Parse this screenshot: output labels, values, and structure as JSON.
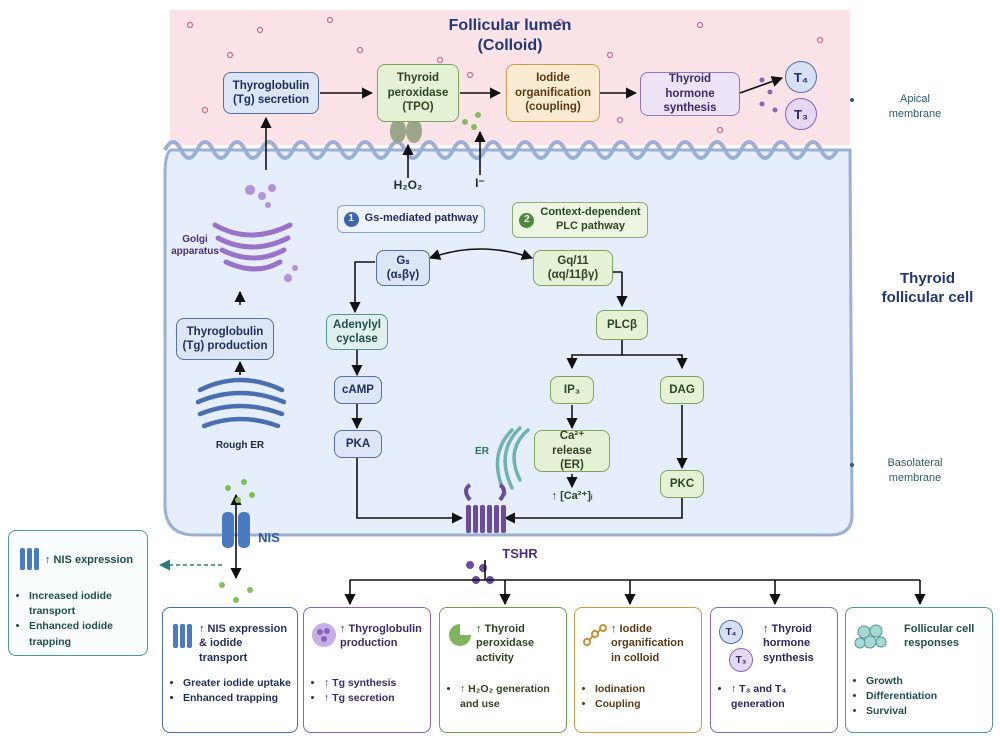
{
  "lumen_title": "Follicular lumen\n(Colloid)",
  "cell_title": "Thyroid\nfollicular cell",
  "apical_label": "Apical\nmembrane",
  "basolateral_label": "Basolateral\nmembrane",
  "apical": {
    "tg_secretion": "Thyroglobulin\n(Tg) secretion",
    "tpo": "Thyroid\nperoxidase\n(TPO)",
    "iodide_org": "Iodide\norganification\n(coupling)",
    "hormone_synth": "Thyroid hormone\nsynthesis",
    "t4": "T₄",
    "t3": "T₃",
    "h2o2": "H₂O₂",
    "iodide": "I⁻"
  },
  "left_column": {
    "golgi": "Golgi\napparatus",
    "tg_production": "Thyroglobulin\n(Tg) production",
    "rough_er": "Rough ER",
    "nis": "NIS"
  },
  "pathways": {
    "gs_num": "1",
    "gs_label": "Gs-mediated pathway",
    "plc_num": "2",
    "plc_label": "Context-dependent\nPLC pathway",
    "gs": "Gₛ\n(αₛβγ)",
    "gq": "Gq/11\n(αq/11βγ)",
    "adenylyl": "Adenylyl\ncyclase",
    "camp": "cAMP",
    "pka": "PKA",
    "plcb": "PLCβ",
    "ip3": "IP₃",
    "dag": "DAG",
    "ca_release": "Ca²⁺ release\n(ER)",
    "ca_increase": "↑ [Ca²⁺]ᵢ",
    "er": "ER",
    "pkc": "PKC",
    "tshr": "TSHR"
  },
  "nis_panel": {
    "title": "↑ NIS expression",
    "items": [
      "Increased iodide transport",
      "Enhanced iodide trapping"
    ]
  },
  "outcomes": [
    {
      "title": "↑ NIS expression\n& iodide transport",
      "items": [
        "Greater iodide uptake",
        "Enhanced trapping"
      ],
      "color": "#4a6fb0"
    },
    {
      "title": "↑ Thyroglobulin\nproduction",
      "items": [
        "↑ Tg synthesis",
        "↑ Tg secretion"
      ],
      "color": "#8a63b8"
    },
    {
      "title": "↑ Thyroid\nperoxidase\nactivity",
      "items": [
        "↑ H₂O₂ generation\nand use"
      ],
      "color": "#6c9e4c"
    },
    {
      "title": "↑ Iodide\norganification\nin colloid",
      "items": [
        "Iodination",
        "Coupling"
      ],
      "color": "#d29a3f"
    },
    {
      "title": "↑ Thyroid\nhormone\nsynthesis",
      "items": [
        "↑ T₃ and T₄\ngeneration"
      ],
      "color": "#7f6ab8",
      "t4": "T₄",
      "t3": "T₃"
    },
    {
      "title": "Follicular cell\nresponses",
      "items": [
        "Growth",
        "Differentiation",
        "Survival"
      ],
      "color": "#4f9a96"
    }
  ]
}
